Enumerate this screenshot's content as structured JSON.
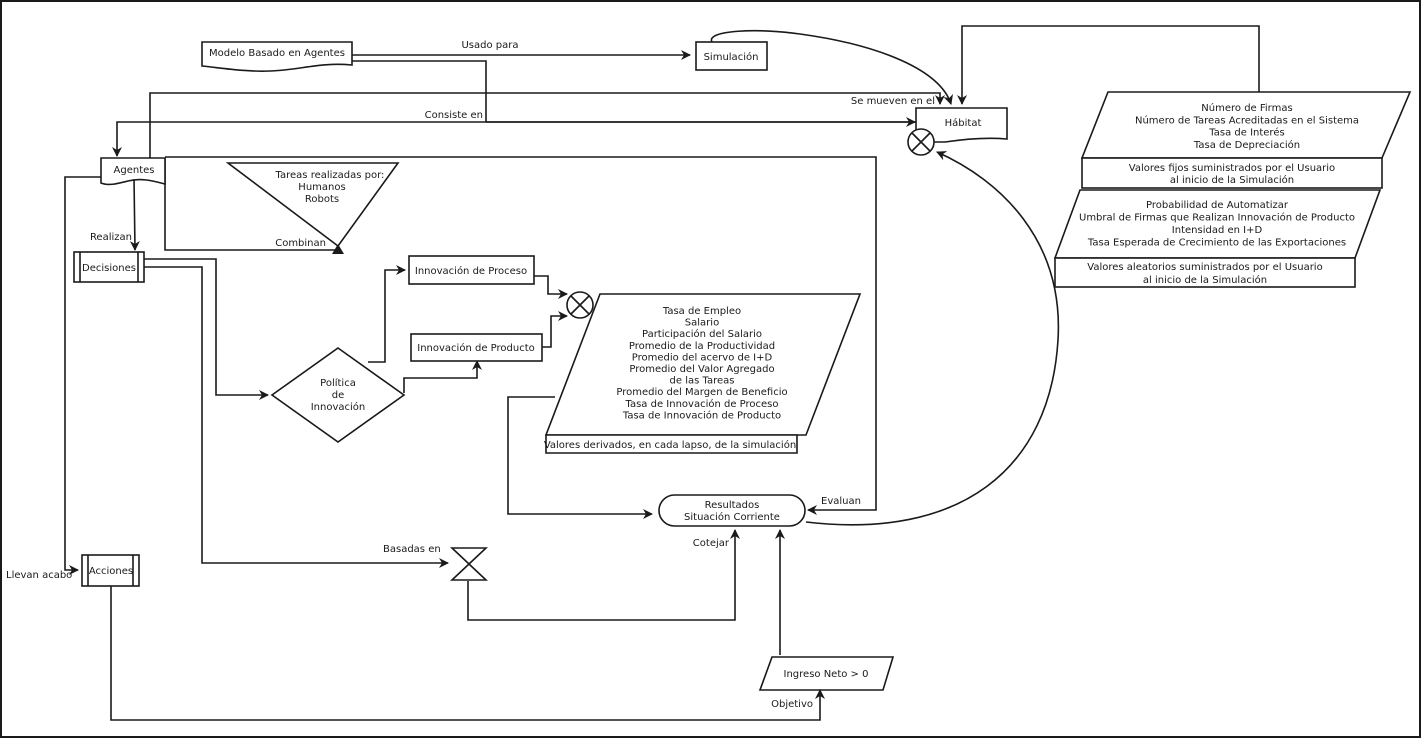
{
  "diagram": {
    "nodes": {
      "modelo": {
        "label": "Modelo Basado en Agentes"
      },
      "simulacion": {
        "label": "Simulación"
      },
      "habitat": {
        "label": "Hábitat"
      },
      "agentes": {
        "label": "Agentes"
      },
      "tareas": {
        "lines": [
          "Tareas realizadas por:",
          "Humanos",
          "Robots"
        ]
      },
      "decisiones": {
        "label": "Decisiones"
      },
      "acciones": {
        "label": "Acciones"
      },
      "innov_proceso": {
        "label": "Innovación de Proceso"
      },
      "innov_producto": {
        "label": "Innovación de Producto"
      },
      "politica": {
        "lines": [
          "Política",
          "de",
          "Innovación"
        ]
      },
      "derivados": {
        "lines": [
          "Tasa de Empleo",
          "Salario",
          "Participación del Salario",
          "Promedio de la Productividad",
          "Promedio del acervo de I+D",
          "Promedio del Valor Agregado",
          "de las Tareas",
          "Promedio del Margen de Beneficio",
          "Tasa de Innovación de Proceso",
          "Tasa de Innovación de Producto"
        ],
        "caption": "Valores derivados, en cada lapso, de la simulación"
      },
      "resultados": {
        "lines": [
          "Resultados",
          "Situación Corriente"
        ]
      },
      "ingreso": {
        "label": "Ingreso Neto > 0"
      },
      "fijos": {
        "lines": [
          "Número de Firmas",
          "Número de Tareas Acreditadas en el Sistema",
          "Tasa de Interés",
          "Tasa de Depreciación"
        ],
        "caption": [
          "Valores fijos suministrados por el Usuario",
          "al inicio de la Simulación"
        ]
      },
      "aleatorios": {
        "lines": [
          "Probabilidad de Automatizar",
          "Umbral de Firmas que Realizan Innovación de Producto",
          "Intensidad en I+D",
          "Tasa Esperada de Crecimiento de las Exportaciones"
        ],
        "caption": [
          "Valores aleatorios suministrados por el Usuario",
          "al inicio de la Simulación"
        ]
      }
    },
    "edge_labels": {
      "usado_para": "Usado para",
      "consiste_en": "Consiste en",
      "se_mueven": "Se mueven en el",
      "realizan": "Realizan",
      "combinan": "Combinan",
      "llevan_acabo": "Llevan acabo",
      "basadas_en": "Basadas en",
      "cotejar": "Cotejar",
      "evaluan": "Evaluan",
      "objetivo": "Objetivo"
    }
  }
}
